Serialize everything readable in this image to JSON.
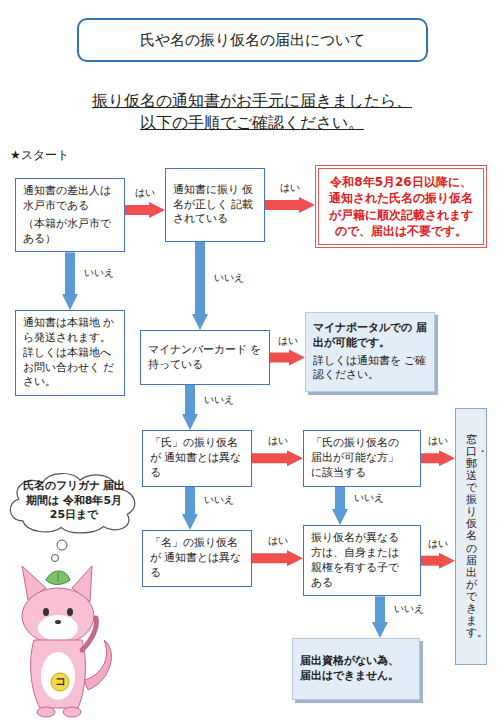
{
  "diagram": {
    "title": "氏や名の振り仮名の届出について",
    "nodes": [
      {
        "text": [
          "通知書の差出人は 水戸市である",
          "（本籍が水戸市で ある）"
        ]
      },
      {
        "text": [
          "通知書に振り 仮名が正しく 記載されている"
        ]
      },
      {
        "text": [
          "令和8年5月26日以降に、 通知された氏名の振り仮名 が戸籍に順次記載されます ので、届出は不要です。"
        ]
      },
      {
        "text": [
          "通知書は本籍地 から発送されます。 詳しくは本籍地へ お問い合わせく ださい。"
        ]
      },
      {
        "text": [
          "マイナンバーカード を持っている"
        ]
      },
      {
        "text": [
          "マイナポータルでの 届出が可能です。",
          "詳しくは通知書を ご確認ください。"
        ]
      },
      {
        "text": [
          "「氏」の振り仮名が 通知書とは異なる"
        ]
      },
      {
        "text": [
          "「氏の振り仮名の 届出が可能な方」 に該当する"
        ]
      },
      {
        "text": [
          "窓口・郵送で振り仮名の届出ができます。"
        ]
      },
      {
        "text": [
          "「名」の振り仮名が 通知書とは異なる"
        ]
      },
      {
        "text": [
          "振り仮名が異なる 方は、自身または 親権を有する子で ある"
        ]
      },
      {
        "text": [
          "届出資格がない為、 届出はできません。"
        ]
      },
      {
        "text": [
          "氏名のフリガナ 届出期間は 令和8年5月25日まで"
        ]
      }
    ],
    "edges": [
      {
        "from": 0,
        "to": 1,
        "arrow": "to",
        "label": "はい"
      },
      {
        "from": 1,
        "to": 2,
        "arrow": "to",
        "label": "はい"
      },
      {
        "from": 0,
        "to": 3,
        "arrow": "to",
        "label": "いいえ"
      },
      {
        "from": 1,
        "to": 4,
        "arrow": "to",
        "label": "いいえ"
      },
      {
        "from": 4,
        "to": 5,
        "arrow": "to",
        "label": "はい"
      },
      {
        "from": 4,
        "to": 6,
        "arrow": "to",
        "label": "いいえ"
      },
      {
        "from": 6,
        "to": 7,
        "arrow": "to",
        "label": "はい"
      },
      {
        "from": 6,
        "to": 9,
        "arrow": "to",
        "label": "いいえ"
      },
      {
        "from": 7,
        "to": 8,
        "arrow": "to",
        "label": "はい"
      },
      {
        "from": 7,
        "to": 10,
        "arrow": "to",
        "label": "いいえ"
      },
      {
        "from": 9,
        "to": 10,
        "arrow": "to",
        "label": "はい"
      },
      {
        "from": 10,
        "to": 8,
        "arrow": "to",
        "label": "はい"
      },
      {
        "from": 10,
        "to": 11,
        "arrow": "to",
        "label": "いいえ"
      }
    ],
    "labels": [
      "振り仮名の通知書がお手元に届きましたら、 以下の手順でご確認ください。",
      "★スタート",
      "コ"
    ]
  }
}
